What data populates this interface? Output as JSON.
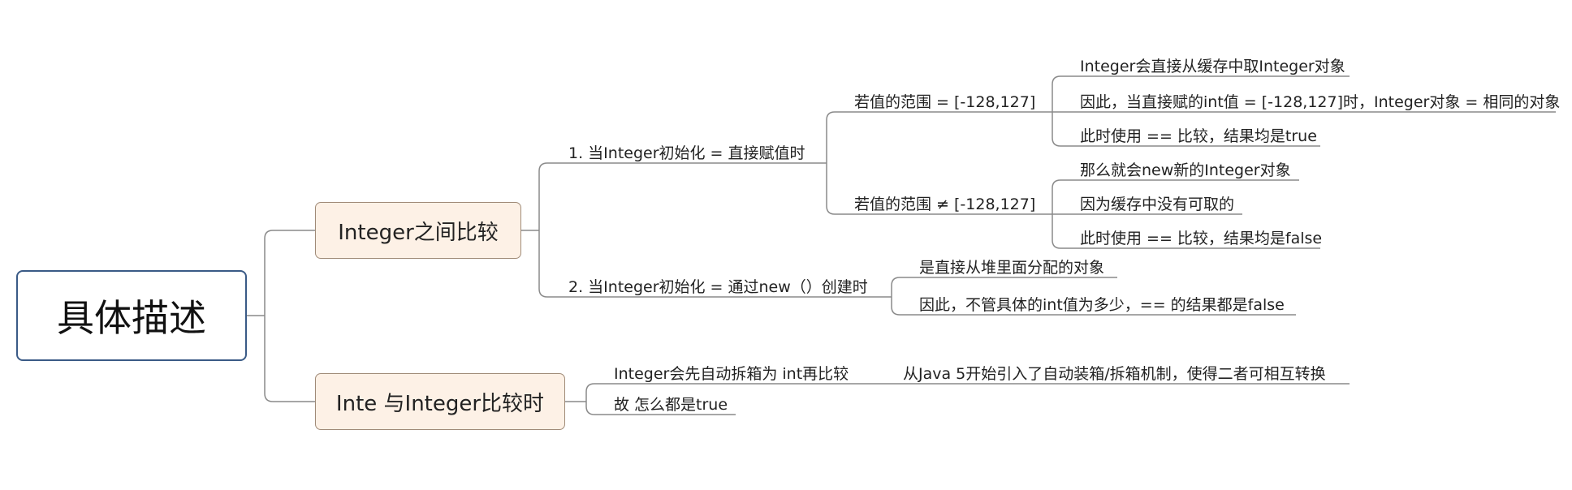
{
  "root": {
    "label": "具体描述"
  },
  "branches": [
    {
      "label": "Integer之间比较",
      "children": [
        {
          "label": "1. 当Integer初始化 = 直接赋值时",
          "children": [
            {
              "label": "若值的范围 = [-128,127]",
              "children": [
                "Integer会直接从缓存中取Integer对象",
                "因此，当直接赋的int值 = [-128,127]时，Integer对象 = 相同的对象",
                "此时使用 == 比较，结果均是true"
              ]
            },
            {
              "label": "若值的范围 ≠ [-128,127]",
              "children": [
                "那么就会new新的Integer对象",
                "因为缓存中没有可取的",
                "此时使用 == 比较，结果均是false"
              ]
            }
          ]
        },
        {
          "label": "2. 当Integer初始化 = 通过new（）创建时",
          "children": [
            "是直接从堆里面分配的对象",
            "因此，不管具体的int值为多少，==  的结果都是false"
          ]
        }
      ]
    },
    {
      "label": "Inte 与Integer比较时",
      "children": [
        {
          "label": "Integer会先自动拆箱为 int再比较",
          "children": [
            "从Java 5开始引入了自动装箱/拆箱机制，使得二者可相互转换"
          ]
        },
        "故 怎么都是true"
      ]
    }
  ],
  "colors": {
    "line": "#8a8a8a",
    "root_border": "#3a5a86",
    "topic_fill": "#fdf1e6",
    "topic_border": "#a08b78"
  }
}
